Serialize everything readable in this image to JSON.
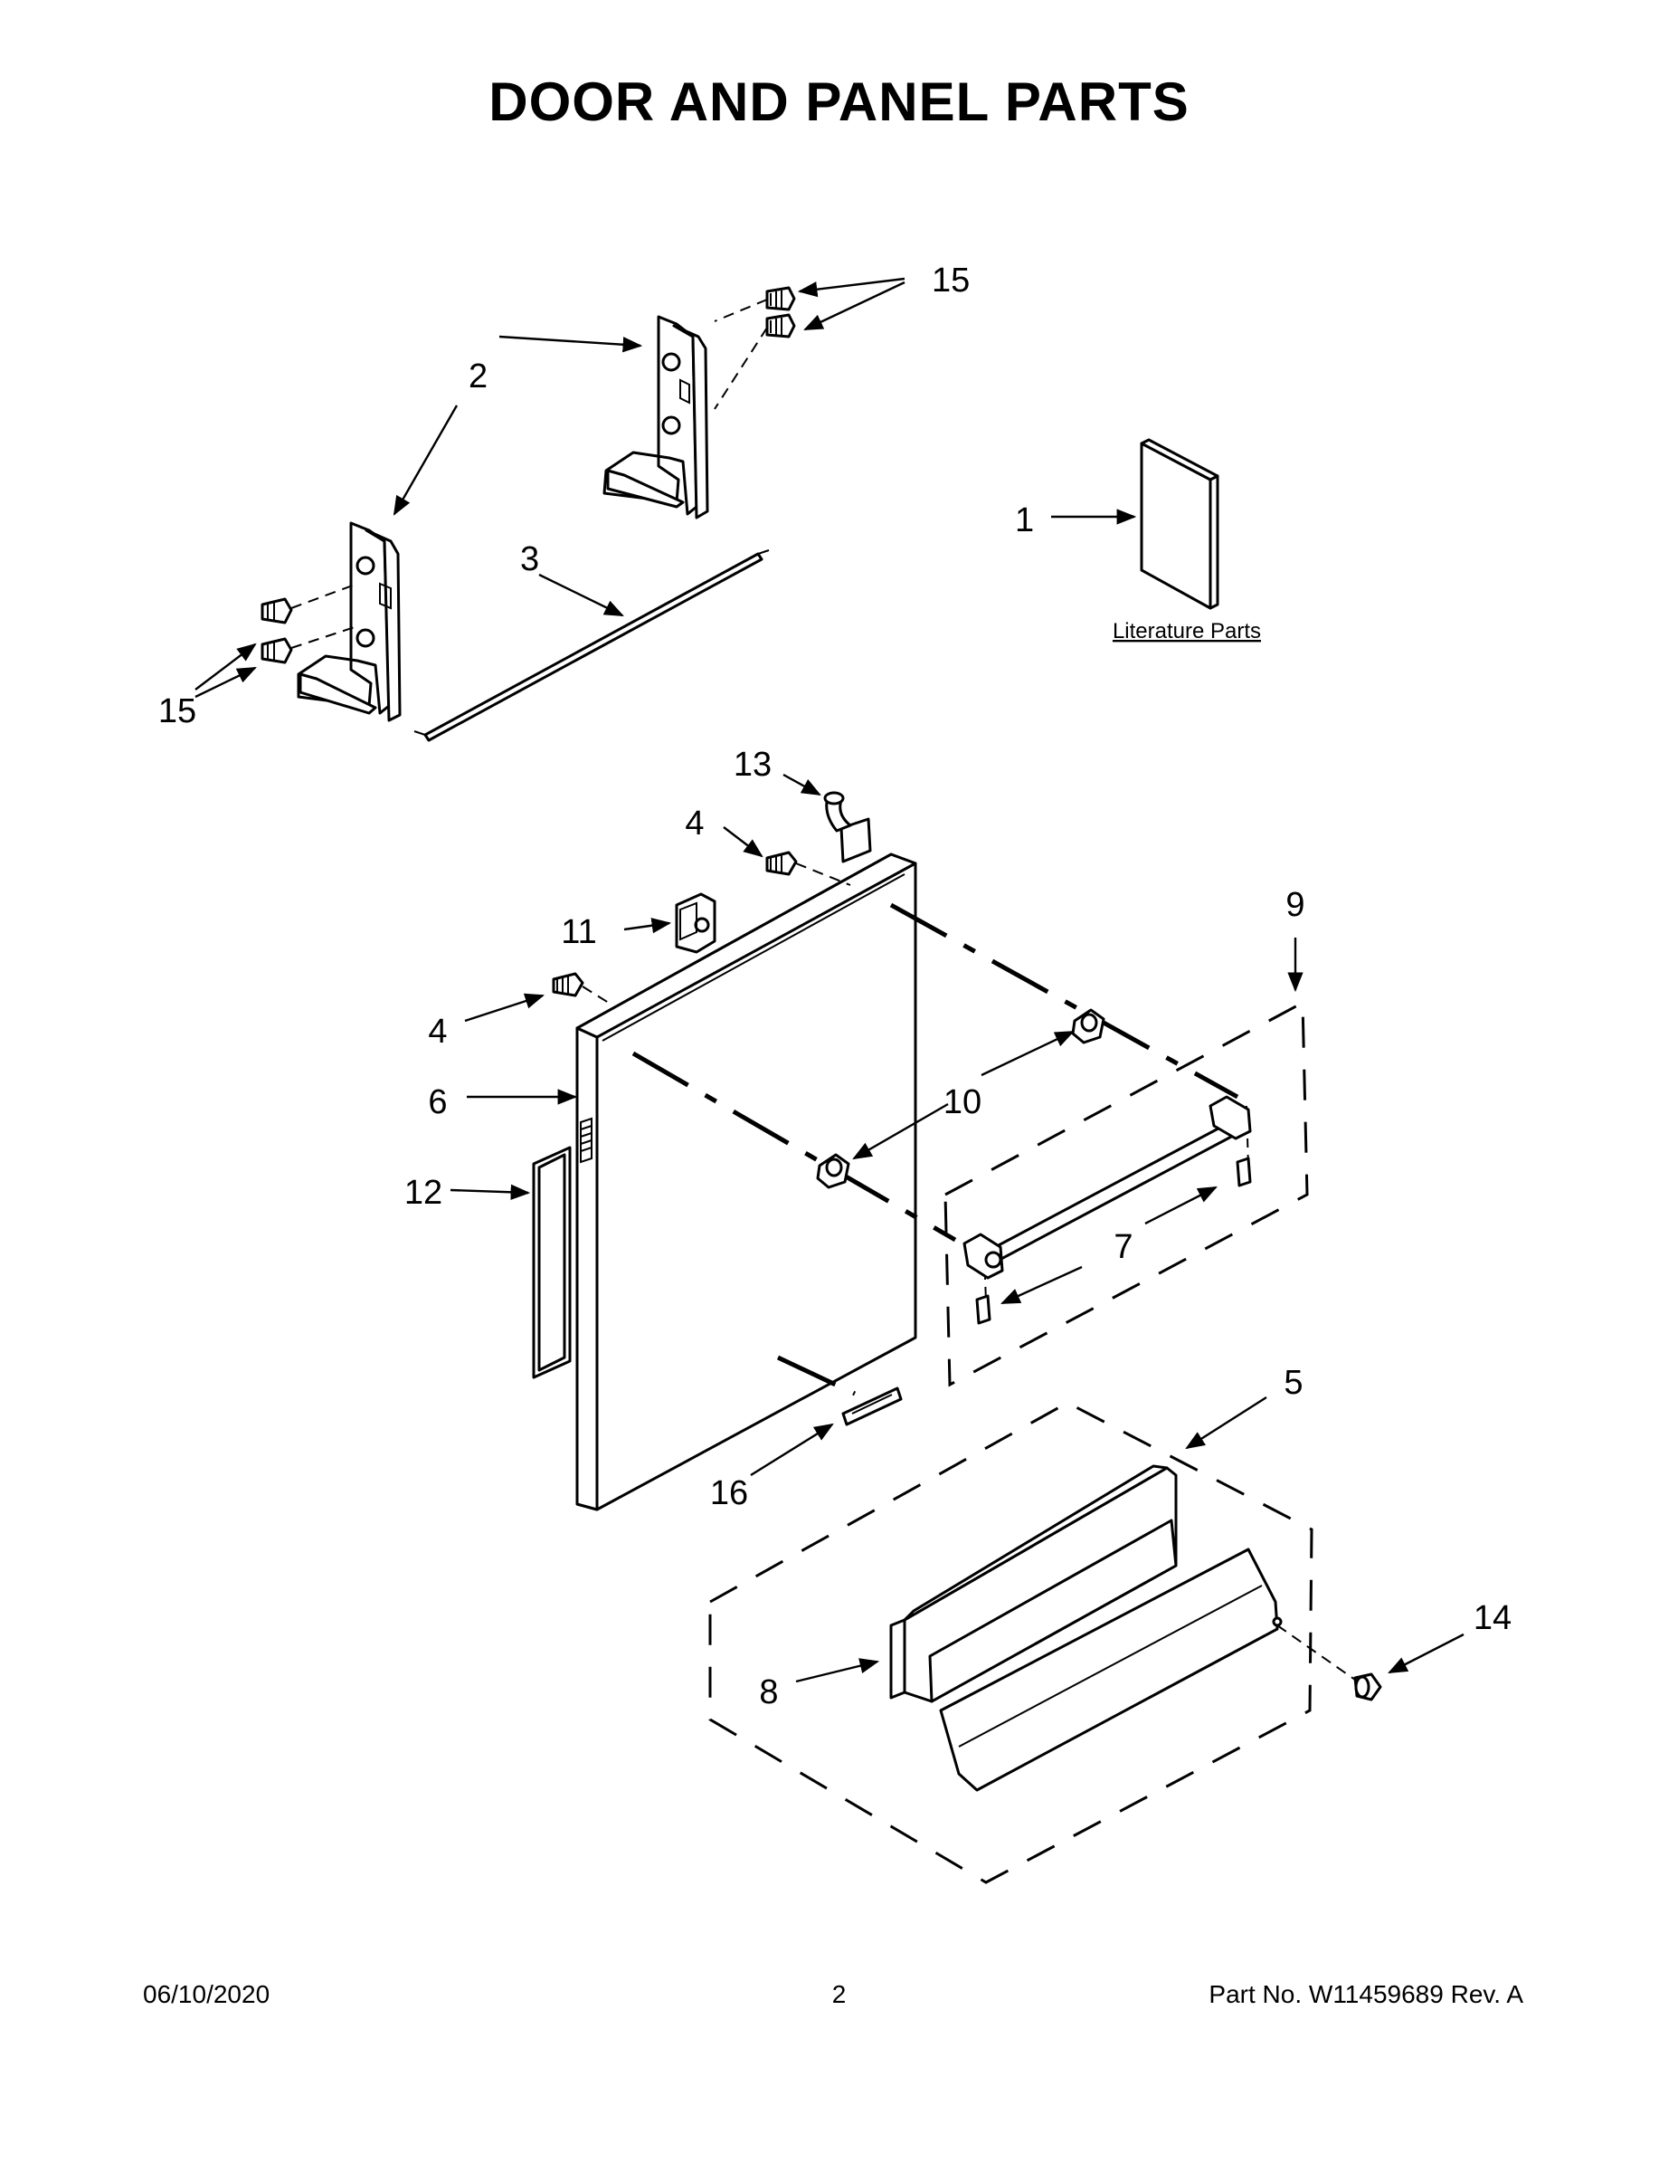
{
  "title": "DOOR AND PANEL PARTS",
  "literature_label": "Literature Parts",
  "callouts": {
    "c1": "1",
    "c2": "2",
    "c3": "3",
    "c4a": "4",
    "c4b": "4",
    "c5": "5",
    "c6": "6",
    "c7": "7",
    "c8": "8",
    "c9": "9",
    "c10": "10",
    "c11": "11",
    "c12": "12",
    "c13": "13",
    "c14": "14",
    "c15a": "15",
    "c15b": "15",
    "c16": "16"
  },
  "footer": {
    "date": "06/10/2020",
    "page": "2",
    "part_no": "Part No.  W11459689  Rev.  A"
  }
}
